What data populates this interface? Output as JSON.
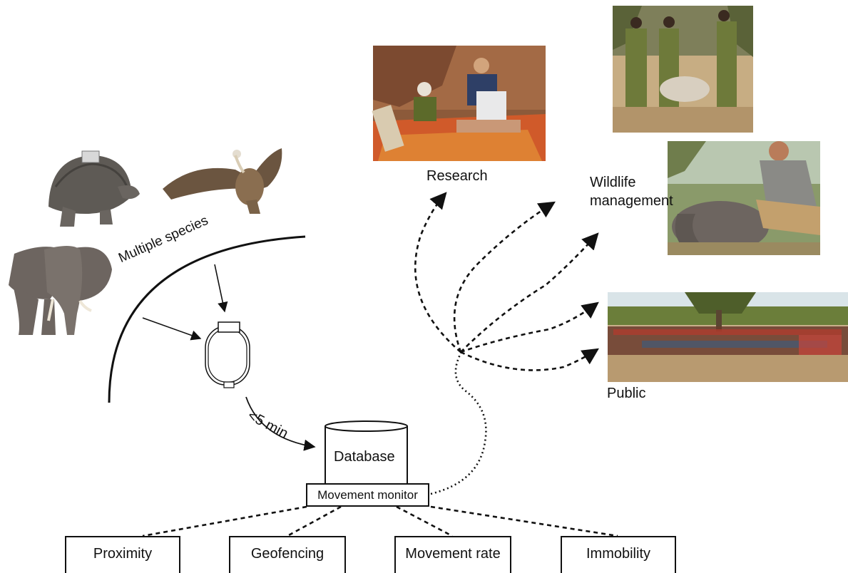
{
  "labels": {
    "multiple_species": "Multiple species",
    "interval": "<5 min",
    "database": "Database",
    "movement_monitor": "Movement monitor",
    "research": "Research",
    "wildlife_management_line1": "Wildlife",
    "wildlife_management_line2": "management",
    "public": "Public"
  },
  "outputs": [
    "Proximity",
    "Geofencing",
    "Movement rate",
    "Immobility"
  ],
  "photos": {
    "research": "photo-research-fieldwork",
    "rangers": "photo-rangers-carcass",
    "elephant_vet": "photo-elephant-collaring",
    "community": "photo-community-meeting"
  },
  "animals": [
    "tortoise",
    "vulture",
    "elephant"
  ],
  "colors": {
    "line": "#111111",
    "sand": "#c9b08a",
    "rock": "#a0653f",
    "tree": "#6b7e3a",
    "ranger": "#6e7a3a",
    "elephant": "#6d6560",
    "tortoise": "#5e5a55",
    "vulture": "#6b5540"
  }
}
